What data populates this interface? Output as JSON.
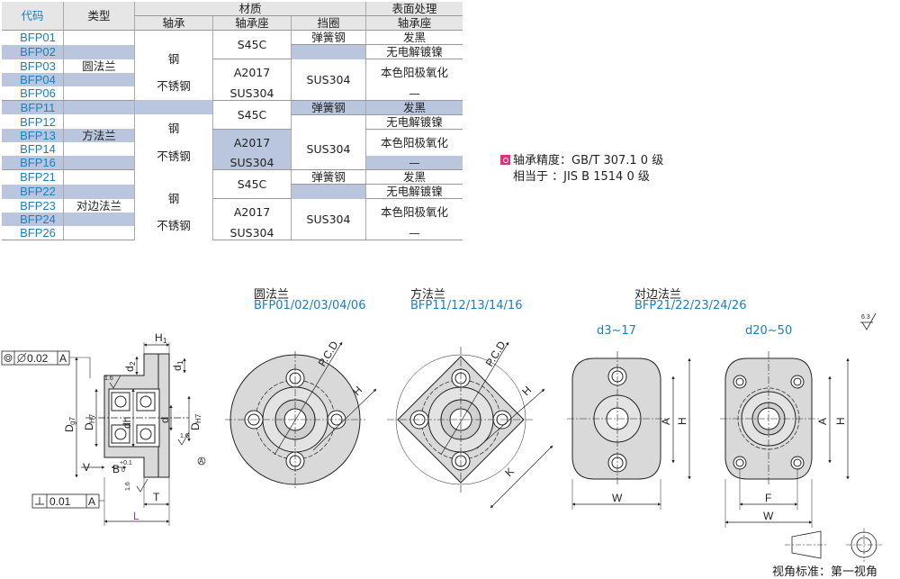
{
  "table": {
    "headers": {
      "code": "代码",
      "type": "类型",
      "material": "材质",
      "surface": "表面处理",
      "bearing": "轴承",
      "housing": "轴承座",
      "retainer": "挡圈",
      "surface_housing": "轴承座"
    },
    "codes": [
      "BFP01",
      "BFP02",
      "BFP03",
      "BFP04",
      "BFP06",
      "BFP11",
      "BFP12",
      "BFP13",
      "BFP14",
      "BFP16",
      "BFP21",
      "BFP22",
      "BFP23",
      "BFP24",
      "BFP26"
    ],
    "types": [
      "圆法兰",
      "方法兰",
      "对边法兰"
    ],
    "bearing_steel": "钢",
    "bearing_stainless": "不锈钢",
    "housing_s45c": "S45C",
    "housing_a2017": "A2017",
    "housing_sus304": "SUS304",
    "retainer_spring": "弹簧钢",
    "retainer_sus304": "SUS304",
    "surface_black": "发黑",
    "surface_nickel": "无电解镀镍",
    "surface_anodize": "本色阳极氧化",
    "surface_none": "—"
  },
  "note": {
    "line1": "轴承精度：GB/T 307.1  0  级",
    "line2": "相当于    ：JIS  B 1514  0  级"
  },
  "drawings": {
    "round_title": "圆法兰",
    "round_codes": "BFP01/02/03/04/06",
    "square_title": "方法兰",
    "square_codes": "BFP11/12/13/14/16",
    "side_title": "对边法兰",
    "side_codes": "BFP21/22/23/24/26",
    "side_small": "d3~17",
    "side_large": "d20~50",
    "roughness": "6.3",
    "projection": "视角标准：第一视角",
    "tolerance_coax": "0.02",
    "tolerance_coax_ref": "A",
    "tolerance_perp": "0.01",
    "tolerance_perp_ref": "A",
    "dims": {
      "H1": "H",
      "H1_sub": "1",
      "d1": "d",
      "d1_sub": "1",
      "d2": "d",
      "d2_sub": "2",
      "d": "d",
      "dh": "dh",
      "Dg7": "D",
      "Dg7_sub": "g7",
      "DH7": "D",
      "DH7_sub": "H7",
      "DH7_right": "D",
      "DH7_right_sub": "H7",
      "V": "V",
      "B": "B",
      "B_tol_plus": "+0.1",
      "B_tol_zero": "0",
      "T": "T",
      "L": "L",
      "r16a": "1.6",
      "r16b": "1.6",
      "r16c": "1.6",
      "PCD": "P.C.D",
      "H": "H",
      "K": "K",
      "A": "A",
      "W": "W",
      "F": "F"
    }
  }
}
